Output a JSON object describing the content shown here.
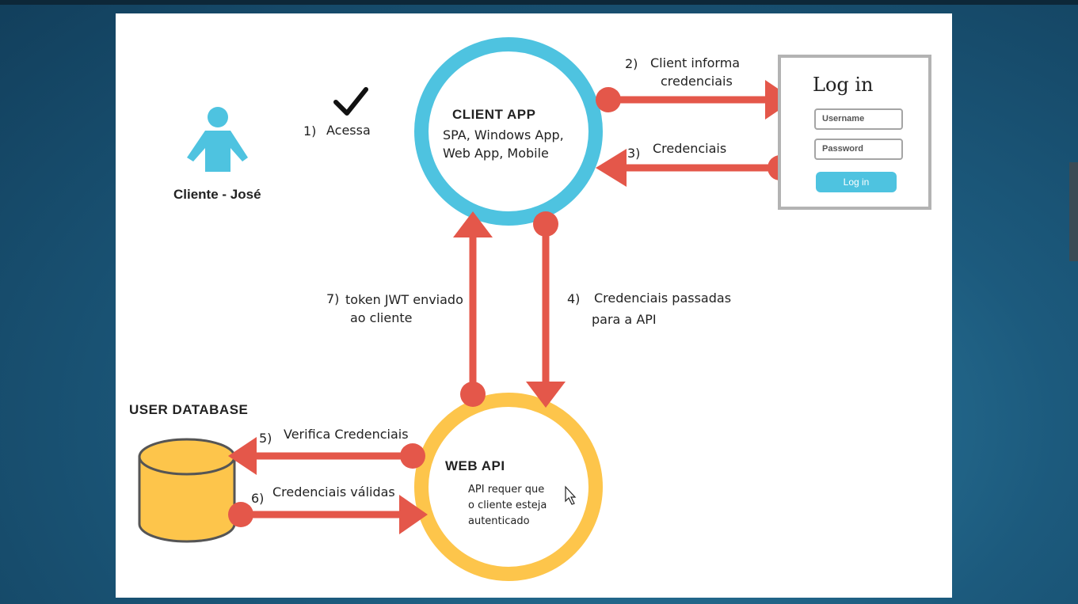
{
  "client": {
    "label": "Cliente - José"
  },
  "client_app": {
    "title": "CLIENT APP",
    "line1": "SPA, Windows App,",
    "line2": "Web App, Mobile"
  },
  "web_api": {
    "title": "WEB API",
    "line1": "API requer que",
    "line2": "o cliente esteja",
    "line3": "autenticado"
  },
  "database": {
    "title": "USER DATABASE"
  },
  "login": {
    "title": "Log in",
    "username_placeholder": "Username",
    "password_placeholder": "Password",
    "button": "Log in"
  },
  "steps": {
    "s1": "1)",
    "s1_text": "Acessa",
    "s2": "2)",
    "s2_line1": "Client informa",
    "s2_line2": "credenciais",
    "s3": "3)",
    "s3_text": "Credenciais",
    "s4": "4)",
    "s4_line1": "Credenciais passadas",
    "s4_line2": "para a API",
    "s5": "5)",
    "s5_text": "Verifica Credenciais",
    "s6": "6)",
    "s6_text": "Credenciais válidas",
    "s7": "7)",
    "s7_line1": "token JWT enviado",
    "s7_line2": "ao cliente"
  },
  "colors": {
    "client_app": "#4ec3e0",
    "web_api": "#fdc54b",
    "arrow": "#e4574a",
    "person": "#4ec3e0",
    "database": "#fdc54b"
  }
}
